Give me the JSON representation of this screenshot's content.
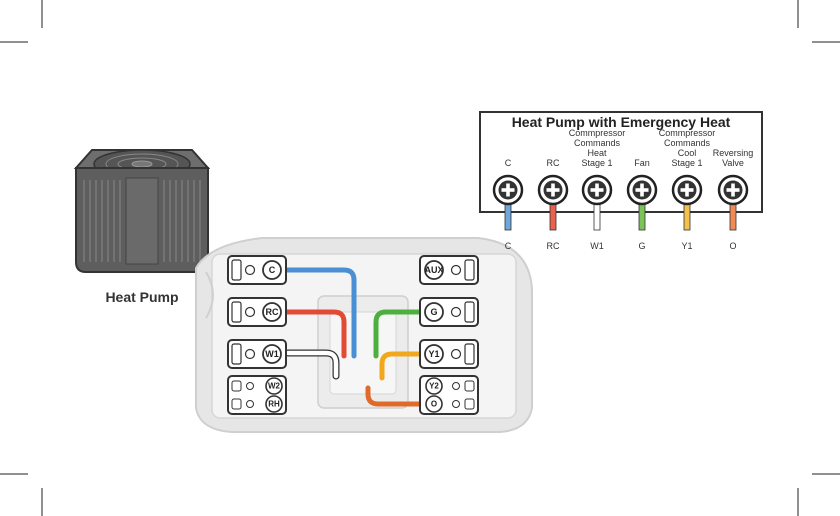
{
  "heat_pump_label": "Heat Pump",
  "panel": {
    "title": "Heat Pump with Emergency Heat",
    "terminals": [
      {
        "top": [
          "C"
        ],
        "bottom": "C",
        "wire": "#6fa7db"
      },
      {
        "top": [
          "RC"
        ],
        "bottom": "RC",
        "wire": "#e8624f"
      },
      {
        "top": [
          "Commpressor",
          "Commands",
          "Heat",
          "Stage 1"
        ],
        "bottom": "W1",
        "wire": "#ffffff"
      },
      {
        "top": [
          "Fan"
        ],
        "bottom": "G",
        "wire": "#7cc45a"
      },
      {
        "top": [
          "Commpressor",
          "Commands",
          "Cool",
          "Stage 1"
        ],
        "bottom": "Y1",
        "wire": "#f2c14e"
      },
      {
        "top": [
          "Reversing",
          "Valve"
        ],
        "bottom": "O",
        "wire": "#f08a57"
      }
    ]
  },
  "thermostat": {
    "left_terminals": [
      "C",
      "RC",
      "W1"
    ],
    "left_small": [
      "W2",
      "RH"
    ],
    "right_terminals": [
      "AUX",
      "G",
      "Y1"
    ],
    "right_small": [
      "Y2",
      "O"
    ],
    "wire_colors": {
      "C": "#4a8fd4",
      "RC": "#e34a33",
      "W1": "#ffffff",
      "G": "#4caf3e",
      "Y1": "#f0a81c",
      "O": "#e06a2a"
    }
  }
}
